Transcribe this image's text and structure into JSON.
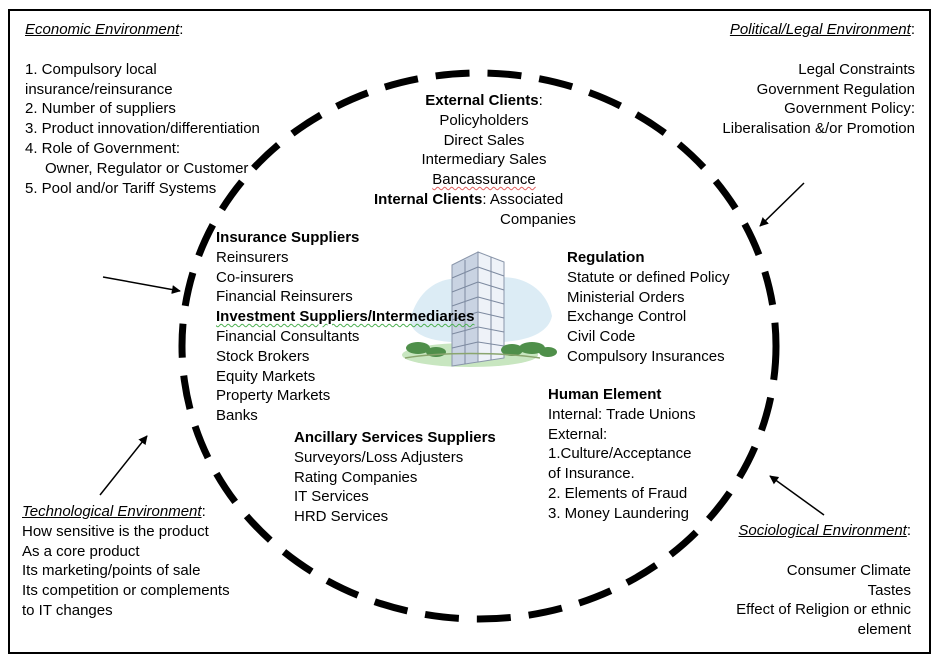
{
  "economic": {
    "title": "Economic Environment",
    "items": [
      "1. Compulsory  local",
      "insurance/reinsurance",
      "2. Number  of suppliers",
      "3. Product innovation/differentiation",
      "4. Role of Government:",
      "Owner, Regulator or Customer",
      "5. Pool and/or  Tariff Systems"
    ]
  },
  "political": {
    "title": "Political/Legal  Environment",
    "items": [
      "Legal Constraints",
      "Government Regulation",
      "Government Policy:",
      "Liberalisation &/or Promotion"
    ]
  },
  "clients": {
    "external_heading": "External Clients",
    "external_items": [
      "Policyholders",
      "Direct Sales",
      "Intermediary Sales",
      "Bancassurance"
    ],
    "internal_heading": "Internal Clients",
    "internal_first": "Associated",
    "internal_second": "Companies"
  },
  "suppliers": {
    "insurance_heading": "Insurance  Suppliers",
    "insurance_items": [
      "Reinsurers",
      "Co-insurers",
      "Financial Reinsurers"
    ],
    "investment_heading": "Investment  Suppliers/Intermediaries",
    "investment_items": [
      "Financial Consultants",
      "Stock Brokers",
      "Equity Markets",
      "Property Markets",
      "Banks"
    ]
  },
  "regulation": {
    "heading": "Regulation",
    "items": [
      "Statute or defined Policy",
      "Ministerial Orders",
      "Exchange Control",
      "Civil Code",
      "Compulsory Insurances"
    ]
  },
  "human": {
    "heading": "Human Element",
    "items": [
      "Internal: Trade Unions",
      "External:",
      "1.Culture/Acceptance",
      "of Insurance.",
      "2. Elements of Fraud",
      "3. Money Laundering"
    ]
  },
  "ancillary": {
    "heading": "Ancillary Services Suppliers",
    "items": [
      "Surveyors/Loss Adjusters",
      "Rating Companies",
      "IT Services",
      "HRD Services"
    ]
  },
  "technological": {
    "title": "Technological  Environment",
    "items": [
      "How sensitive is the product",
      "As a core product",
      "Its marketing/points of sale",
      "Its competition  or complements",
      "to IT changes"
    ]
  },
  "sociological": {
    "title": "Sociological  Environment",
    "items": [
      "Consumer Climate",
      "Tastes",
      "Effect of Religion or ethnic",
      "element"
    ]
  }
}
